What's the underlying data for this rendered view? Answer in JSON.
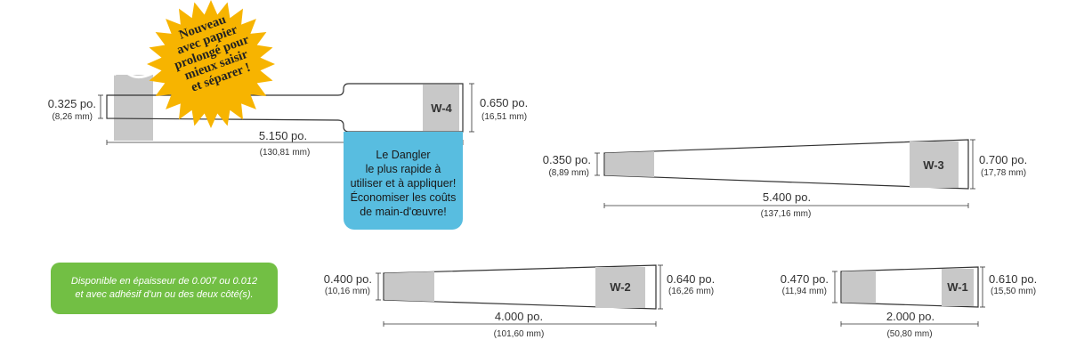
{
  "badge": {
    "lines": [
      "Nouveau",
      "avec papier",
      "prolongé pour",
      "mieux saisir",
      "et séparer !"
    ],
    "color": "#f7b400"
  },
  "callout": {
    "lines": [
      "Le Dangler",
      "le plus rapide à",
      "utiliser et à appliquer!",
      "Économiser les coûts",
      "de main-d'œuvre!"
    ],
    "color": "#58bde0"
  },
  "availability": {
    "lines": [
      "Disponible en épaisseur de 0.007 ou 0.012",
      "et avec adhésif d'un ou des deux côté(s)."
    ],
    "color": "#72bf44"
  },
  "parts": [
    {
      "code": "W-4",
      "left_in": "0.325 po.",
      "left_mm": "(8,26 mm)",
      "right_in": "0.650 po.",
      "right_mm": "(16,51 mm)",
      "length_in": "5.150 po.",
      "length_mm": "(130,81 mm)"
    },
    {
      "code": "W-3",
      "left_in": "0.350 po.",
      "left_mm": "(8,89 mm)",
      "right_in": "0.700 po.",
      "right_mm": "(17,78 mm)",
      "length_in": "5.400 po.",
      "length_mm": "(137,16 mm)"
    },
    {
      "code": "W-2",
      "left_in": "0.400 po.",
      "left_mm": "(10,16 mm)",
      "right_in": "0.640 po.",
      "right_mm": "(16,26 mm)",
      "length_in": "4.000 po.",
      "length_mm": "(101,60 mm)"
    },
    {
      "code": "W-1",
      "left_in": "0.470 po.",
      "left_mm": "(11,94 mm)",
      "right_in": "0.610 po.",
      "right_mm": "(15,50 mm)",
      "length_in": "2.000 po.",
      "length_mm": "(50,80 mm)"
    }
  ],
  "colors": {
    "panel_gray": "#c8c8c8",
    "outline": "#333333"
  }
}
